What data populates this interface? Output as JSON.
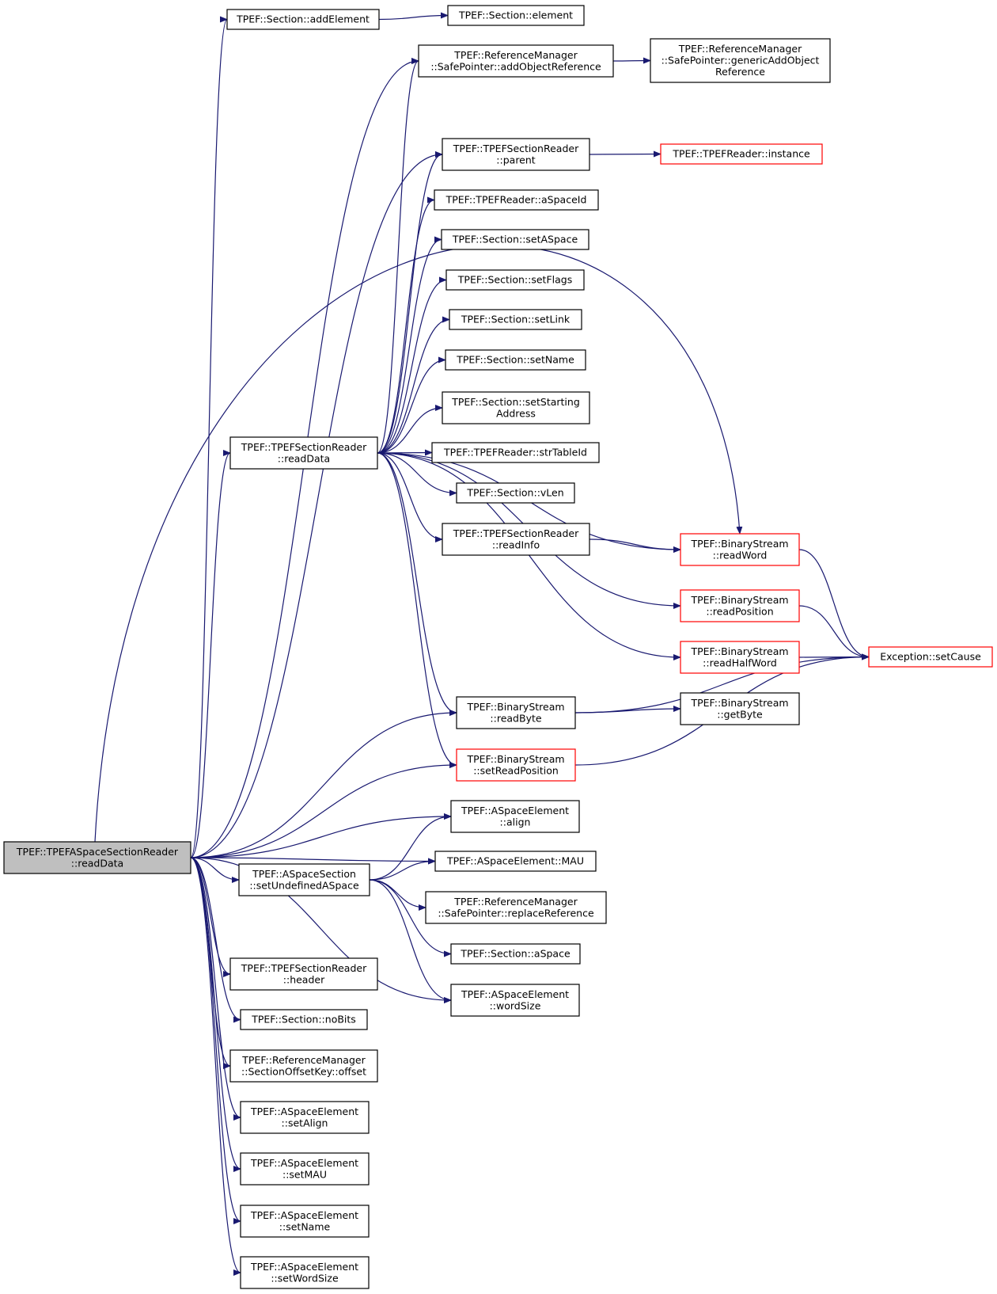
{
  "colors": {
    "edge": "#191970",
    "node_border": "#000000",
    "node_border_truncated": "#ff0000",
    "root_fill": "#bfbfbf",
    "node_fill": "#ffffff"
  },
  "nodes": [
    {
      "id": "root",
      "lines": [
        "TPEF::TPEFASpaceSectionReader",
        "::readData"
      ],
      "style": "root"
    },
    {
      "id": "addElement",
      "lines": [
        "TPEF::Section::addElement"
      ],
      "style": "normal"
    },
    {
      "id": "element",
      "lines": [
        "TPEF::Section::element"
      ],
      "style": "normal"
    },
    {
      "id": "addObjRef",
      "lines": [
        "TPEF::ReferenceManager",
        "::SafePointer::addObjectReference"
      ],
      "style": "normal"
    },
    {
      "id": "genericAdd",
      "lines": [
        "TPEF::ReferenceManager",
        "::SafePointer::genericAddObject",
        "Reference"
      ],
      "style": "normal"
    },
    {
      "id": "parent",
      "lines": [
        "TPEF::TPEFSectionReader",
        "::parent"
      ],
      "style": "normal"
    },
    {
      "id": "instance",
      "lines": [
        "TPEF::TPEFReader::instance"
      ],
      "style": "truncated"
    },
    {
      "id": "aSpaceId",
      "lines": [
        "TPEF::TPEFReader::aSpaceId"
      ],
      "style": "normal"
    },
    {
      "id": "setASpace",
      "lines": [
        "TPEF::Section::setASpace"
      ],
      "style": "normal"
    },
    {
      "id": "setFlags",
      "lines": [
        "TPEF::Section::setFlags"
      ],
      "style": "normal"
    },
    {
      "id": "setLink",
      "lines": [
        "TPEF::Section::setLink"
      ],
      "style": "normal"
    },
    {
      "id": "setNameS",
      "lines": [
        "TPEF::Section::setName"
      ],
      "style": "normal"
    },
    {
      "id": "setStarting",
      "lines": [
        "TPEF::Section::setStarting",
        "Address"
      ],
      "style": "normal"
    },
    {
      "id": "readDataS",
      "lines": [
        "TPEF::TPEFSectionReader",
        "::readData"
      ],
      "style": "normal"
    },
    {
      "id": "strTableId",
      "lines": [
        "TPEF::TPEFReader::strTableId"
      ],
      "style": "normal"
    },
    {
      "id": "vLen",
      "lines": [
        "TPEF::Section::vLen"
      ],
      "style": "normal"
    },
    {
      "id": "readInfo",
      "lines": [
        "TPEF::TPEFSectionReader",
        "::readInfo"
      ],
      "style": "normal"
    },
    {
      "id": "readWord",
      "lines": [
        "TPEF::BinaryStream",
        "::readWord"
      ],
      "style": "truncated"
    },
    {
      "id": "readPosition",
      "lines": [
        "TPEF::BinaryStream",
        "::readPosition"
      ],
      "style": "truncated"
    },
    {
      "id": "readHalfWord",
      "lines": [
        "TPEF::BinaryStream",
        "::readHalfWord"
      ],
      "style": "truncated"
    },
    {
      "id": "setCause",
      "lines": [
        "Exception::setCause"
      ],
      "style": "truncated"
    },
    {
      "id": "readByte",
      "lines": [
        "TPEF::BinaryStream",
        "::readByte"
      ],
      "style": "normal"
    },
    {
      "id": "getByte",
      "lines": [
        "TPEF::BinaryStream",
        "::getByte"
      ],
      "style": "normal"
    },
    {
      "id": "setReadPos",
      "lines": [
        "TPEF::BinaryStream",
        "::setReadPosition"
      ],
      "style": "truncated"
    },
    {
      "id": "align",
      "lines": [
        "TPEF::ASpaceElement",
        "::align"
      ],
      "style": "normal"
    },
    {
      "id": "mau",
      "lines": [
        "TPEF::ASpaceElement::MAU"
      ],
      "style": "normal"
    },
    {
      "id": "setUndef",
      "lines": [
        "TPEF::ASpaceSection",
        "::setUndefinedASpace"
      ],
      "style": "normal"
    },
    {
      "id": "replaceRef",
      "lines": [
        "TPEF::ReferenceManager",
        "::SafePointer::replaceReference"
      ],
      "style": "normal"
    },
    {
      "id": "aSpace",
      "lines": [
        "TPEF::Section::aSpace"
      ],
      "style": "normal"
    },
    {
      "id": "wordSize",
      "lines": [
        "TPEF::ASpaceElement",
        "::wordSize"
      ],
      "style": "normal"
    },
    {
      "id": "header",
      "lines": [
        "TPEF::TPEFSectionReader",
        "::header"
      ],
      "style": "normal"
    },
    {
      "id": "noBits",
      "lines": [
        "TPEF::Section::noBits"
      ],
      "style": "normal"
    },
    {
      "id": "offset",
      "lines": [
        "TPEF::ReferenceManager",
        "::SectionOffsetKey::offset"
      ],
      "style": "normal"
    },
    {
      "id": "setAlign",
      "lines": [
        "TPEF::ASpaceElement",
        "::setAlign"
      ],
      "style": "normal"
    },
    {
      "id": "setMAU",
      "lines": [
        "TPEF::ASpaceElement",
        "::setMAU"
      ],
      "style": "normal"
    },
    {
      "id": "setNameA",
      "lines": [
        "TPEF::ASpaceElement",
        "::setName"
      ],
      "style": "normal"
    },
    {
      "id": "setWordSize",
      "lines": [
        "TPEF::ASpaceElement",
        "::setWordSize"
      ],
      "style": "normal"
    }
  ],
  "edges": [
    [
      "root",
      "addElement"
    ],
    [
      "addElement",
      "element"
    ],
    [
      "root",
      "addObjRef"
    ],
    [
      "addObjRef",
      "genericAdd"
    ],
    [
      "root",
      "readWord"
    ],
    [
      "root",
      "parent"
    ],
    [
      "parent",
      "instance"
    ],
    [
      "root",
      "readDataS"
    ],
    [
      "readDataS",
      "addObjRef"
    ],
    [
      "readDataS",
      "parent"
    ],
    [
      "readDataS",
      "aSpaceId"
    ],
    [
      "readDataS",
      "setASpace"
    ],
    [
      "readDataS",
      "setFlags"
    ],
    [
      "readDataS",
      "setLink"
    ],
    [
      "readDataS",
      "setNameS"
    ],
    [
      "readDataS",
      "setStarting"
    ],
    [
      "readDataS",
      "strTableId"
    ],
    [
      "readDataS",
      "vLen"
    ],
    [
      "readDataS",
      "readInfo"
    ],
    [
      "readInfo",
      "readWord"
    ],
    [
      "readDataS",
      "readWord"
    ],
    [
      "readDataS",
      "readPosition"
    ],
    [
      "readDataS",
      "readHalfWord"
    ],
    [
      "readDataS",
      "readByte"
    ],
    [
      "readDataS",
      "setReadPos"
    ],
    [
      "readWord",
      "setCause"
    ],
    [
      "readPosition",
      "setCause"
    ],
    [
      "readHalfWord",
      "setCause"
    ],
    [
      "readByte",
      "getByte"
    ],
    [
      "readByte",
      "setCause"
    ],
    [
      "setReadPos",
      "setCause"
    ],
    [
      "root",
      "readByte"
    ],
    [
      "root",
      "setReadPos"
    ],
    [
      "root",
      "align"
    ],
    [
      "root",
      "mau"
    ],
    [
      "root",
      "setUndef"
    ],
    [
      "setUndef",
      "align"
    ],
    [
      "setUndef",
      "mau"
    ],
    [
      "setUndef",
      "replaceRef"
    ],
    [
      "setUndef",
      "aSpace"
    ],
    [
      "setUndef",
      "wordSize"
    ],
    [
      "root",
      "wordSize"
    ],
    [
      "root",
      "header"
    ],
    [
      "root",
      "noBits"
    ],
    [
      "root",
      "offset"
    ],
    [
      "root",
      "setAlign"
    ],
    [
      "root",
      "setMAU"
    ],
    [
      "root",
      "setNameA"
    ],
    [
      "root",
      "setWordSize"
    ]
  ]
}
